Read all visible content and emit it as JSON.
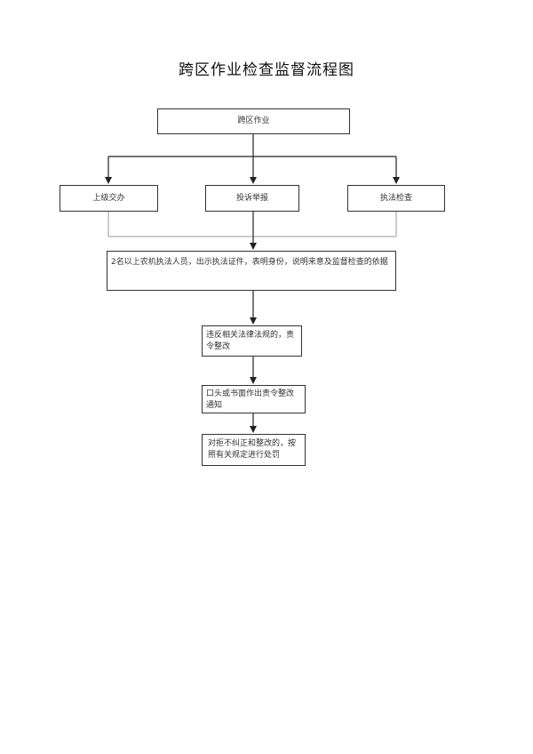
{
  "title": "跨区作业检查监督流程图",
  "boxes": {
    "start": "跨区作业",
    "branch_a": "上级交办",
    "branch_b": "投诉举报",
    "branch_c": "执法检查",
    "step1": "2名以上农机执法人员，出示执法证件，表明身份，说明来意及监督检查的依据",
    "step2": "违反相关法律法规的，责令整改",
    "step3": "口头或书面作出责令整改通知",
    "step4": "对拒不纠正和整改的，按照有关规定进行处罚"
  }
}
